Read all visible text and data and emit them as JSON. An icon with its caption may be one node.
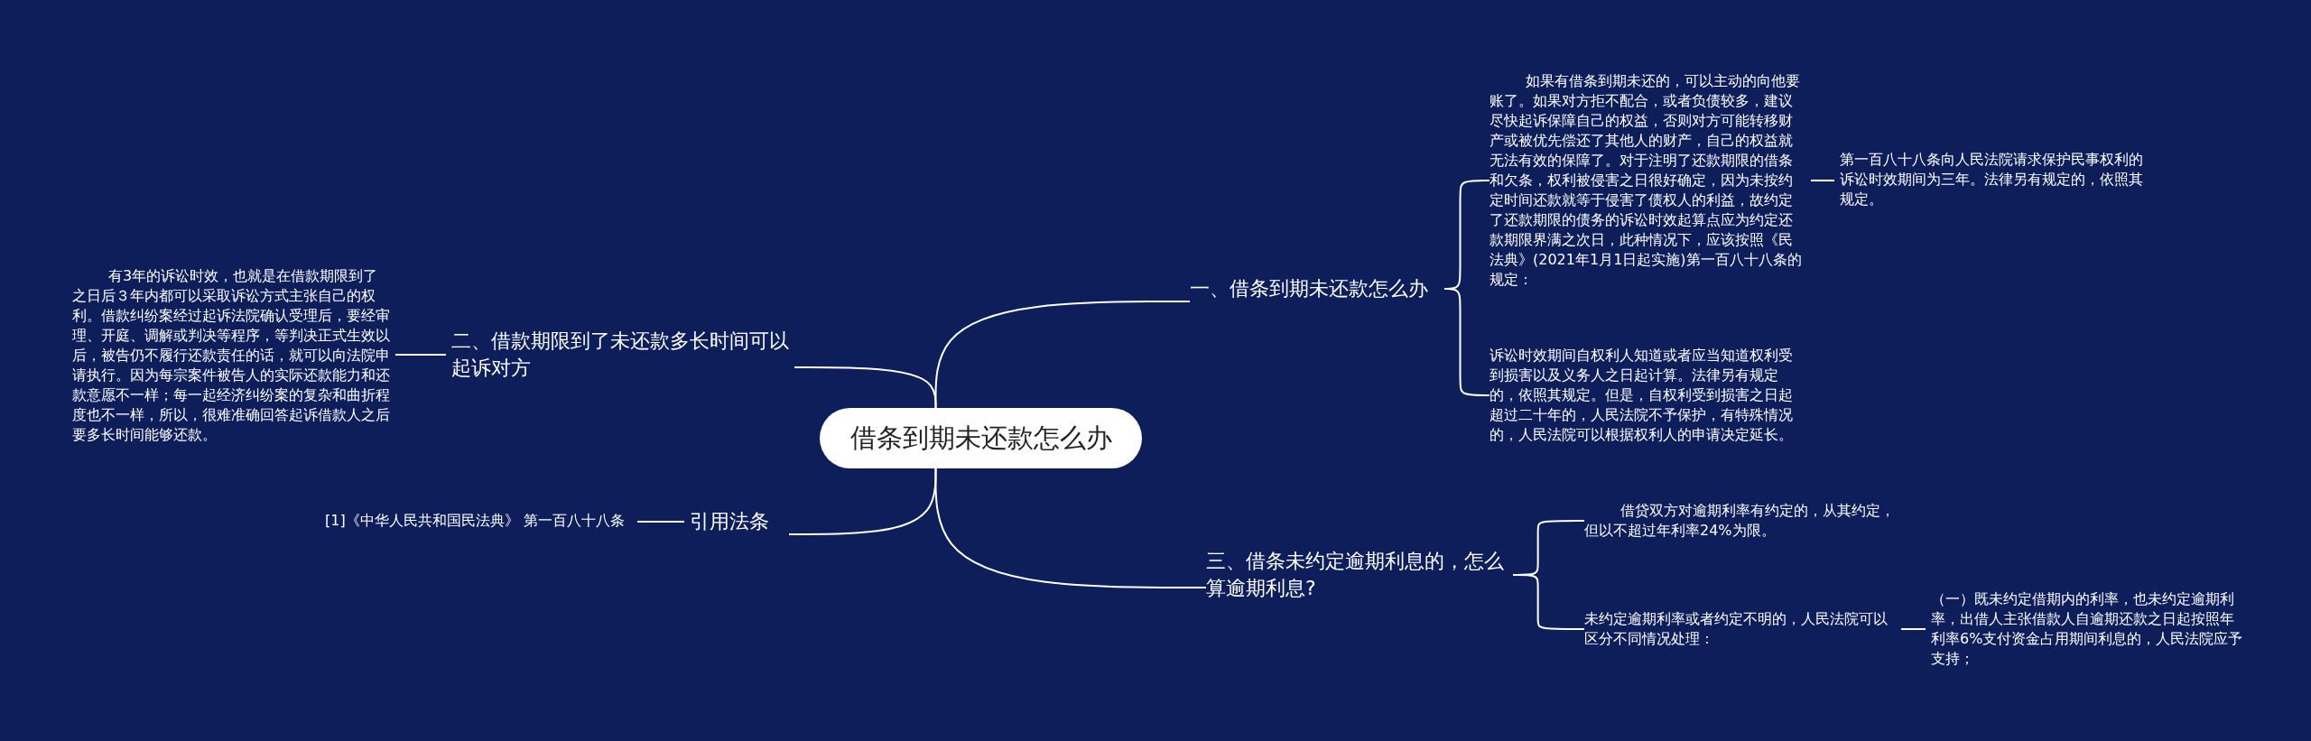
{
  "diagram": {
    "nodes": [
      {
        "text": [
          "借条到期未还款怎么办"
        ]
      },
      {
        "text": [
          "一、借条到期未还款怎么办"
        ]
      },
      {
        "text": [
          "如果有借条到期未还的，可以主动的向他要账了。如果对方拒不配合，或者负债较多，建议尽快起诉保障自己的权益，否则对方可能转移财产或被优先偿还了其他人的财产，自己的权益就无法有效的保障了。对于注明了还款期限的借条和欠条，权利被侵害之日很好确定，因为未按约定时间还款就等于侵害了债权人的利益，故约定了还款期限的债务的诉讼时效起算点应为约定还款期限界满之次日，此种情况下，应该按照《民法典》(2021年1月1日起实施)第一百八十八条的规定："
        ]
      },
      {
        "text": [
          "第一百八十八条向人民法院请求保护民事权利的诉讼时效期间为三年。法律另有规定的，依照其规定。"
        ]
      },
      {
        "text": [
          "诉讼时效期间自权利人知道或者应当知道权利受到损害以及义务人之日起计算。法律另有规定的，依照其规定。但是，自权利受到损害之日起超过二十年的，人民法院不予保护，有特殊情况的，人民法院可以根据权利人的申请决定延长。"
        ]
      },
      {
        "text": [
          "二、借款期限到了未还款多长时间可以起诉对方"
        ]
      },
      {
        "text": [
          "有3年的诉讼时效，也就是在借款期限到了之日后３年内都可以采取诉讼方式主张自己的权利。借款纠纷案经过起诉法院确认受理后，要经审理、开庭、调解或判决等程序，等判决正式生效以后，被告仍不履行还款责任的话，就可以向法院申请执行。因为每宗案件被告人的实际还款能力和还款意愿不一样；每一起经济纠纷案的复杂和曲折程度也不一样，所以，很难准确回答起诉借款人之后要多长时间能够还款。"
        ]
      },
      {
        "text": [
          "引用法条"
        ]
      },
      {
        "text": [
          "[1]《中华人民共和国民法典》 第一百八十八条"
        ]
      },
      {
        "text": [
          "三、借条未约定逾期利息的，怎么算逾期利息?"
        ]
      },
      {
        "text": [
          "借贷双方对逾期利率有约定的，从其约定，但以不超过年利率24%为限。"
        ]
      },
      {
        "text": [
          "未约定逾期利率或者约定不明的，人民法院可以区分不同情况处理："
        ]
      },
      {
        "text": [
          "（一）既未约定借期内的利率，也未约定逾期利率，出借人主张借款人自逾期还款之日起按照年利率6%支付资金占用期间利息的，人民法院应予支持；"
        ]
      }
    ],
    "edges": [
      {
        "from": 0,
        "to": 1,
        "arrow": "none"
      },
      {
        "from": 1,
        "to": 2,
        "arrow": "none"
      },
      {
        "from": 2,
        "to": 3,
        "arrow": "none"
      },
      {
        "from": 1,
        "to": 4,
        "arrow": "none"
      },
      {
        "from": 0,
        "to": 5,
        "arrow": "none"
      },
      {
        "from": 5,
        "to": 6,
        "arrow": "none"
      },
      {
        "from": 0,
        "to": 7,
        "arrow": "none"
      },
      {
        "from": 7,
        "to": 8,
        "arrow": "none"
      },
      {
        "from": 0,
        "to": 9,
        "arrow": "none"
      },
      {
        "from": 9,
        "to": 10,
        "arrow": "none"
      },
      {
        "from": 9,
        "to": 11,
        "arrow": "none"
      },
      {
        "from": 11,
        "to": 12,
        "arrow": "none"
      }
    ]
  }
}
